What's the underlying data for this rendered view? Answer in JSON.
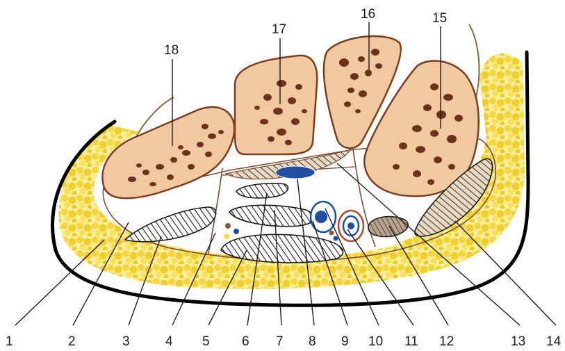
{
  "labels_bottom": [
    "1",
    "2",
    "3",
    "4",
    "5",
    "6",
    "7",
    "8",
    "9",
    "10",
    "11",
    "12",
    "13",
    "14"
  ],
  "labels_top": [
    "18",
    "17",
    "16",
    "15"
  ],
  "colors": {
    "skin_line": "#000000",
    "fat": "#f4df52",
    "fat_dark": "#d9b81f",
    "bone_fill": "#f0c9a0",
    "bone_edge": "#7a3e1f",
    "bone_pore": "#6b3319",
    "fascia": "#7a4b35",
    "vessel_blue": "#1f4fa3",
    "vessel_red": "#b0453a",
    "tendon_hatch": "#1a1a1a",
    "muscle_grey": "#9c8c78"
  }
}
